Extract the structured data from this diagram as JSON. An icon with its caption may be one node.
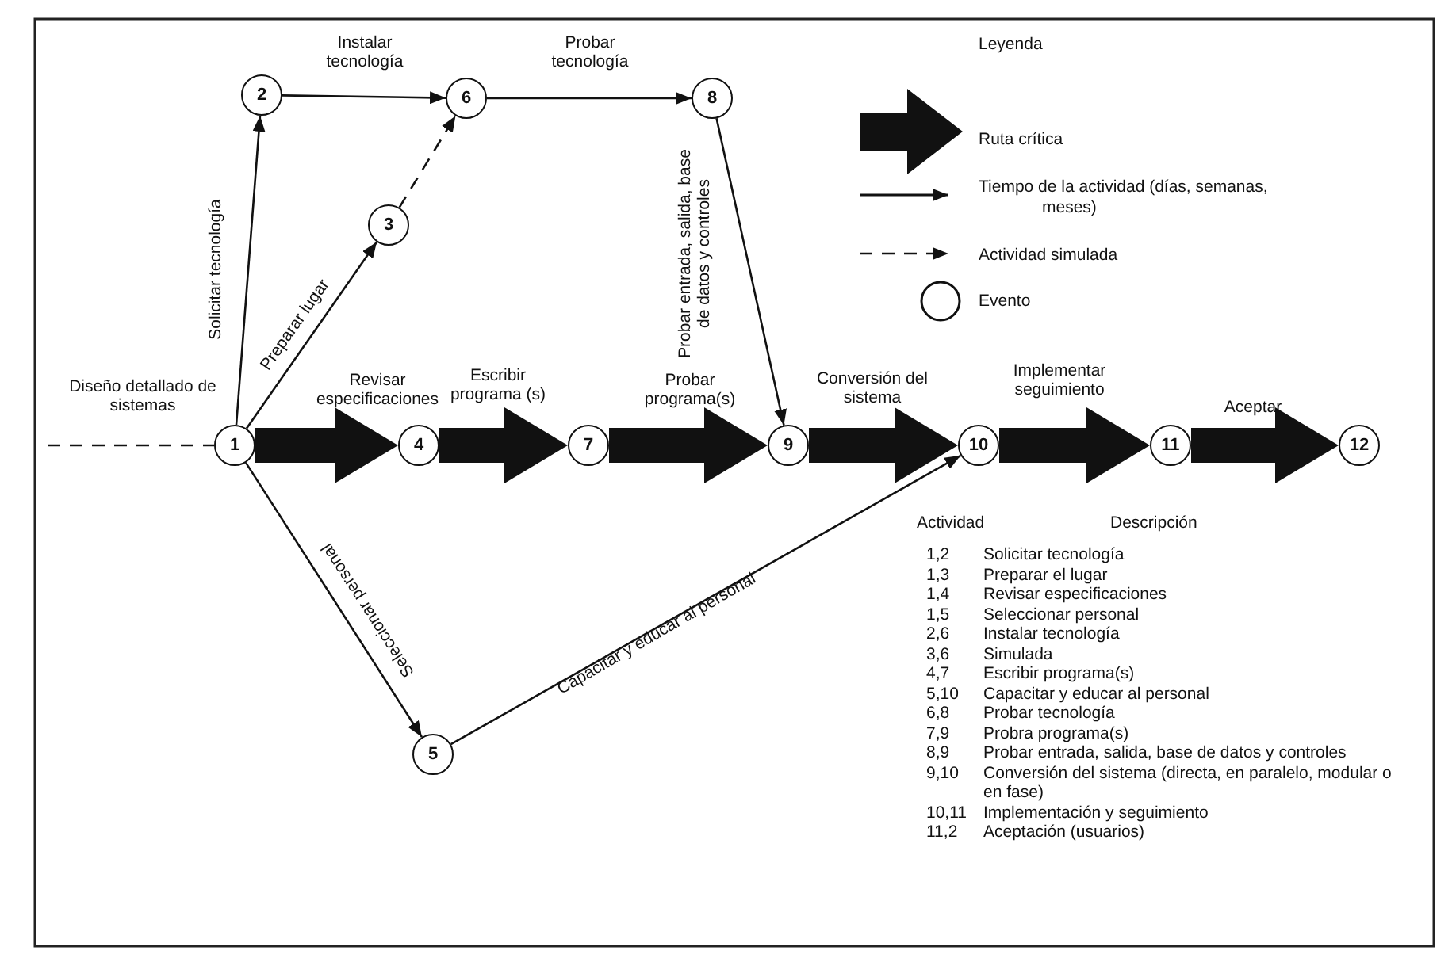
{
  "diagram": {
    "nodes": [
      {
        "text": [
          "1"
        ]
      },
      {
        "text": [
          "2"
        ]
      },
      {
        "text": [
          "3"
        ]
      },
      {
        "text": [
          "4"
        ]
      },
      {
        "text": [
          "5"
        ]
      },
      {
        "text": [
          "6"
        ]
      },
      {
        "text": [
          "7"
        ]
      },
      {
        "text": [
          "8"
        ]
      },
      {
        "text": [
          "9"
        ]
      },
      {
        "text": [
          "10"
        ]
      },
      {
        "text": [
          "11"
        ]
      },
      {
        "text": [
          "12"
        ]
      }
    ],
    "edges": [
      {
        "from": null,
        "to": 0,
        "arrow": "none",
        "style": "dashed",
        "label": "Diseño detallado de sistemas"
      },
      {
        "from": 0,
        "to": 1,
        "arrow": "to",
        "label": "Solicitar tecnología"
      },
      {
        "from": 0,
        "to": 2,
        "arrow": "to",
        "label": "Preparar lugar"
      },
      {
        "from": 2,
        "to": 5,
        "arrow": "to",
        "style": "dashed"
      },
      {
        "from": 1,
        "to": 5,
        "arrow": "to",
        "label": "Instalar tecnología"
      },
      {
        "from": 5,
        "to": 7,
        "arrow": "to",
        "label": "Probar tecnología"
      },
      {
        "from": 7,
        "to": 8,
        "arrow": "to",
        "label": "Probar entrada, salida, base de datos y controles"
      },
      {
        "from": 0,
        "to": 3,
        "arrow": "to",
        "style": "thick",
        "label": "Revisar especificaciones"
      },
      {
        "from": 3,
        "to": 6,
        "arrow": "to",
        "style": "thick",
        "label": "Escribir programa (s)"
      },
      {
        "from": 6,
        "to": 8,
        "arrow": "to",
        "style": "thick",
        "label": "Probar programa(s)"
      },
      {
        "from": 8,
        "to": 9,
        "arrow": "to",
        "style": "thick",
        "label": "Conversión del sistema"
      },
      {
        "from": 9,
        "to": 10,
        "arrow": "to",
        "style": "thick",
        "label": "Implementar seguimiento"
      },
      {
        "from": 10,
        "to": 11,
        "arrow": "to",
        "style": "thick",
        "label": "Aceptar"
      },
      {
        "from": 0,
        "to": 4,
        "arrow": "to",
        "label": "Seleccionar personal"
      },
      {
        "from": 4,
        "to": 9,
        "arrow": "to",
        "label": "Capacitar y educar al personal"
      }
    ],
    "labels": [
      "Leyenda",
      "Actividad",
      "Descripción",
      "1,2",
      "Solicitar tecnología",
      "1,3",
      "Preparar el lugar",
      "1,4",
      "Revisar especificaciones",
      "1,5",
      "Seleccionar personal",
      "2,6",
      "Instalar tecnología",
      "3,6",
      "Simulada",
      "4,7",
      "Escribir programa(s)",
      "5,10",
      "Capacitar y educar al personal",
      "6,8",
      "Probar tecnología",
      "7,9",
      "Probra programa(s)",
      "8,9",
      "Probar entrada, salida, base de datos y controles",
      "9,10",
      "Conversión del sistema (directa, en paralelo, modular o en fase)",
      "10,11",
      "Implementación y seguimiento",
      "11,2",
      "Aceptación (usuarios)"
    ],
    "legend": [
      {
        "text": "Ruta crítica"
      },
      {
        "text": "Tiempo de la actividad (días, semanas, meses)"
      },
      {
        "text": "Actividad simulada"
      },
      {
        "text": "Evento"
      }
    ]
  }
}
